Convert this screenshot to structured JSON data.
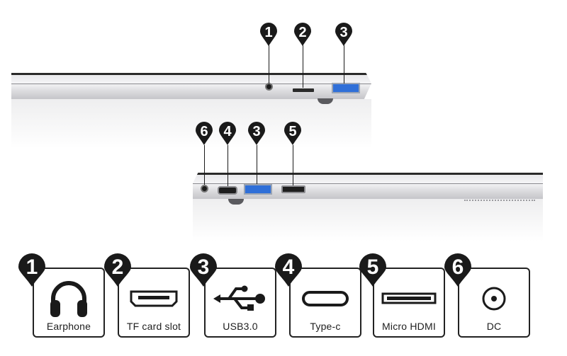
{
  "top_markers": [
    {
      "number": "1"
    },
    {
      "number": "2"
    },
    {
      "number": "3"
    }
  ],
  "bottom_markers": [
    {
      "number": "6"
    },
    {
      "number": "4"
    },
    {
      "number": "3"
    },
    {
      "number": "5"
    }
  ],
  "ports": [
    {
      "number": "1",
      "label": "Earphone",
      "icon": "headphones-icon"
    },
    {
      "number": "2",
      "label": "TF card slot",
      "icon": "tf-card-icon"
    },
    {
      "number": "3",
      "label": "USB3.0",
      "icon": "usb-icon"
    },
    {
      "number": "4",
      "label": "Type-c",
      "icon": "type-c-icon"
    },
    {
      "number": "5",
      "label": "Micro HDMI",
      "icon": "micro-hdmi-icon"
    },
    {
      "number": "6",
      "label": "DC",
      "icon": "dc-power-icon"
    }
  ],
  "colors": {
    "badge": "#1a1a1a",
    "card_border": "#222222",
    "usb_port": "#2f6fd8",
    "laptop_body": "#e9e9ec"
  }
}
